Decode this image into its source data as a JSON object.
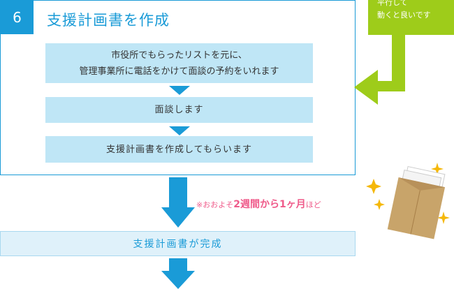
{
  "step": {
    "number": "6",
    "title": "支援計画書を作成"
  },
  "flow": {
    "box1_line1": "市役所でもらったリストを元に、",
    "box1_line2": "管理事業所に電話をかけて面談の予約をいれます",
    "box2": "面談します",
    "box3": "支援計画書を作成してもらいます"
  },
  "duration": {
    "mark": "※",
    "prefix": "おおよそ",
    "main": "2週間から1ヶ月",
    "suffix": "ほど"
  },
  "complete": {
    "label": "支援計画書が完成"
  },
  "side_note": {
    "line1": "平行して",
    "line2": "動くと良いです"
  },
  "colors": {
    "accent": "#1a9bd7",
    "box_fill": "#bfe6f6",
    "green": "#9ecc1a",
    "pink": "#ef5a8a",
    "envelope": "#c8a46a",
    "sparkle": "#f5b80a"
  },
  "icons": {
    "envelope": "envelope-icon",
    "sparkles": "sparkle-icon"
  }
}
